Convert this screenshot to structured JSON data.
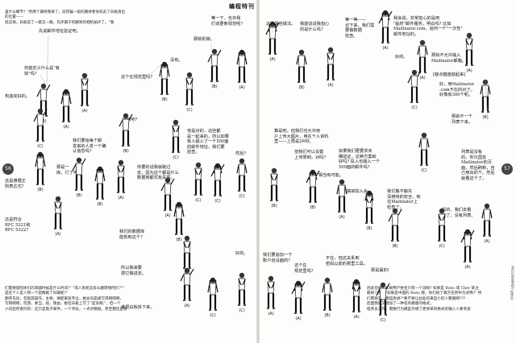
{
  "header": {
    "title": "编程特刊"
  },
  "page_numbers": {
    "left": "56",
    "right": "57"
  },
  "spine": "PROGRAMMER 程序员",
  "prose": {
    "top_left": [
      "里什么细节？\"另两个期待我来了，前阿骗一般的期待者你先去了白板演出",
      "的位置——",
      "就这样，白板前了一跳又一跳，先步期于机脚到的相机拍声了。\"我"
    ],
    "bottom_left": [
      "们需要留暗体们的演鋪时候是什么时间?\" \"或人系統沒多么翻转频閃们?\"\"",
      "是在个人是人所一个錯数她了吗输呢?\"",
      "   期序先早，包抱其操作，主要，要配来就专业，她总归是被写得啊啊啊，",
      "写啊啊啊，玩游，要当，组，锁由，她在白板上写了\"是没啊;\"，但一个",
      "小问后存者问的：这只是电子邮件，一个手段，一点点数据，甚至都还是很"
    ],
    "bottom_right": [
      "因此在地，如果用户姓名只有一个词呢? 如果是 Bono 或 Cher 某注",
      "册呢?\"两。\"如果是中国的 Bono 那，你们给了哪方在所中方式嗎?\" 所",
      "们需要支持哪些改进?\"要不要让此处的来自小的人整期啊???",
      "    后面我们又增加了一种名的模版的格式，",
      "    程序员工作，需要行为模型为增了更简单的格式的输入人要考虑"
    ]
  },
  "callouts": [
    {
      "id": "c01",
      "text": "先说邮件地址验证吧。"
    },
    {
      "id": "c02",
      "text": "你能定义什么是\"有\n效\"吗?"
    },
    {
      "id": "c03",
      "text": "构造完好的。"
    },
    {
      "id": "c04",
      "text": "这是遵循正\n则表达式?"
    },
    {
      "id": "c05",
      "text": "还是符合\nRFC 5321和\nRFC 5322?"
    },
    {
      "id": "c06",
      "text": "我们要给每个邮\n发来的人发一个确\n认信息吗?"
    },
    {
      "id": "c07",
      "text": "应该吧?"
    },
    {
      "id": "c08",
      "text": "那是一\n库，行了吧?"
    },
    {
      "id": "c09",
      "text": "这个在规范里吗?"
    },
    {
      "id": "c10",
      "text": "没有。"
    },
    {
      "id": "c11",
      "text": "那就别做。"
    },
    {
      "id": "c12",
      "text": "等一下，也许我\n们该更新规范呢?"
    },
    {
      "id": "c13",
      "text": "他是对的，这些都\n是一起来的，所以如果\n有人输入了一个500面\n的邮件地址，我们要\n验查。"
    },
    {
      "id": "c14",
      "text": "你要的话我就跑过\n去，因为这个都是什么\n数据库都式有关联。"
    },
    {
      "id": "c15",
      "text": "我们的数据库\n能抵到这个?"
    },
    {
      "id": "c16",
      "text": "所以我来要\n把它做进去。"
    },
    {
      "id": "c17",
      "text": "谁把白板拆下来。"
    },
    {
      "id": "c18",
      "text": "这是最佳做法。"
    },
    {
      "id": "c19",
      "text": "我能说说我担心\n的是什么吗?"
    },
    {
      "id": "c20",
      "text": "等一等——\n记下来，我们需\n要做数据\n检查。"
    },
    {
      "id": "c21",
      "text": "算是吧。但我们也允许用\n户上传大图片，用在个人资料\n里——上限是2MB。"
    },
    {
      "id": "c22",
      "text": "然后?"
    },
    {
      "id": "c23",
      "text": "但我们可以设置\n上传限制，对吗?"
    },
    {
      "id": "c24",
      "text": "相当有可能。"
    },
    {
      "id": "c25",
      "text": "搞掉加入会。"
    },
    {
      "id": "c26",
      "text": "好的。"
    },
    {
      "id": "c27",
      "text": "我们要追加一下\n账户自设面的?"
    },
    {
      "id": "c28",
      "text": "这个在\n规范里吗?"
    },
    {
      "id": "c29",
      "text": "不在，但这关系到\n密码以前的那里工具。"
    },
    {
      "id": "c30",
      "text": "那是最的!"
    },
    {
      "id": "c31",
      "text": "我会说，非常担心的是用\n\"临时\"邮件服务，明白吗? 比如\nMailinator.com，给你一个\"一次性\"\n邮件地址的。"
    },
    {
      "id": "c32",
      "text": "好的。"
    },
    {
      "id": "c33",
      "text": "那就不允许输入\nMailinator邮箱。"
    },
    {
      "id": "c34",
      "text": "[疑点键盘敲起来]"
    },
    {
      "id": "c35",
      "text": "好，用Mailinator\n.com不在的对了。\n好像有300个呢。"
    },
    {
      "id": "c36",
      "text": "那就不一个\n列表下来。"
    },
    {
      "id": "c37",
      "text": "如果我们更要求未\n确验证，这种方案就\n好吗? 投入也输入一个\n500面的邮件吗?"
    },
    {
      "id": "c38",
      "text": "我们搬不搬先\n深搜持的安全，到\n在Mailinator上\n检查了。"
    },
    {
      "id": "c39",
      "text": "是的，我们去看\n过了，没有列表。"
    },
    {
      "id": "c40",
      "text": "列表是没有\n的，你只国去\nMailinator的页\n面，然后刷新，自\n己用出的个。然后\n就看这个了。"
    }
  ],
  "choice_labels": [
    "(A)",
    "(B)",
    "(C)"
  ]
}
